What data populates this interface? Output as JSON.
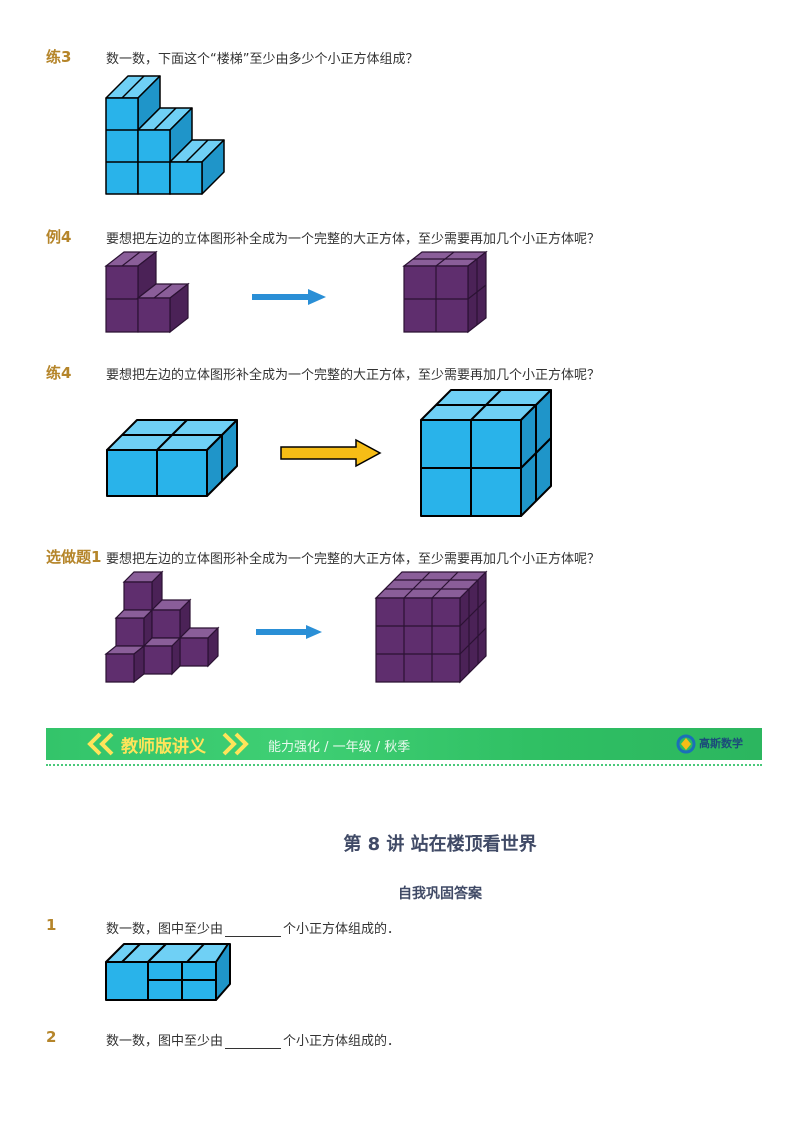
{
  "questions": [
    {
      "label": "练3",
      "text": "数一数，下面这个“楼梯”至少由多少个小正方体组成？"
    },
    {
      "label": "例4",
      "text": "要想把左边的立体图形补全成为一个完整的大正方体，至少需要再加几个小正方体呢？"
    },
    {
      "label": "练4",
      "text": "要想把左边的立体图形补全成为一个完整的大正方体，至少需要再加几个小正方体呢？"
    },
    {
      "label": "选做题1",
      "text": "要想把左边的立体图形补全成为一个完整的大正方体，至少需要再加几个小正方体呢？"
    }
  ],
  "banner": {
    "title": "教师版讲义",
    "subtitle": "能力强化  /  一年级  /  秋季",
    "logo_text": "高斯数学",
    "colors": {
      "primary": "#33c46a",
      "title": "#ffe45a"
    }
  },
  "lecture": {
    "title": "第 8 讲  站在楼顶看世界",
    "section": "自我巩固答案"
  },
  "answers": [
    {
      "number": "1",
      "text_before": "数一数，图中至少由",
      "text_after": "个小正方体组成的．"
    },
    {
      "number": "2",
      "text_before": "数一数，图中至少由",
      "text_after": "个小正方体组成的．"
    }
  ],
  "colors": {
    "blue_cube": "#29b3ea",
    "purple_cube": "#5f2e6e",
    "arrow_blue": "#2a8fd6",
    "arrow_yellow": "#f6bd16"
  }
}
